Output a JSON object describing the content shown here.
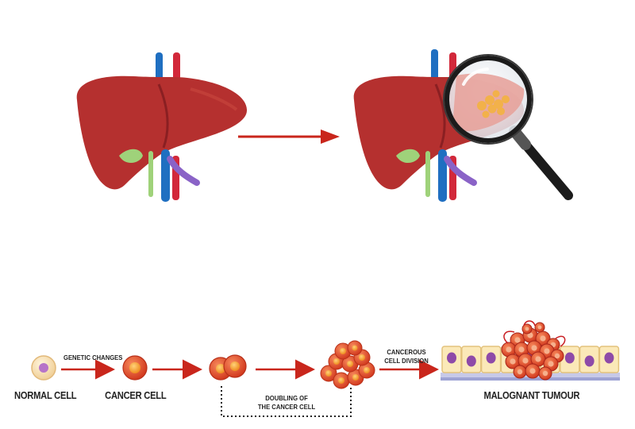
{
  "labels": {
    "normal_cell": "NORMAL CELL",
    "genetic_changes": "GENETIC CHANGES",
    "cancer_cell": "CANCER CELL",
    "doubling_line1": "DOUBLING OF",
    "doubling_line2": "THE CANCER CELL",
    "cancerous_line1": "CANCEROUS",
    "cancerous_line2": "CELL DIVISION",
    "malignant_tumour": "MALOGNANT TUMOUR"
  },
  "icons": {
    "healthy_liver": "liver-icon",
    "diseased_liver": "liver-icon",
    "magnifier": "magnifying-glass-icon",
    "normal_cell": "cell-icon",
    "cancer_cell": "cancer-cell-icon",
    "tumour": "tumour-icon"
  },
  "colors": {
    "liver": "#b5302f",
    "liver_dark": "#8a1f22",
    "arrow": "#c9261c",
    "vein_blue": "#1f6fc1",
    "artery_red": "#d2283a",
    "bile_green": "#9fd27a",
    "vein_purple": "#8a63c7",
    "cell_normal": "#f6e0b8",
    "cell_cancer": "#e4572e",
    "nucleus": "#f29a2e"
  }
}
